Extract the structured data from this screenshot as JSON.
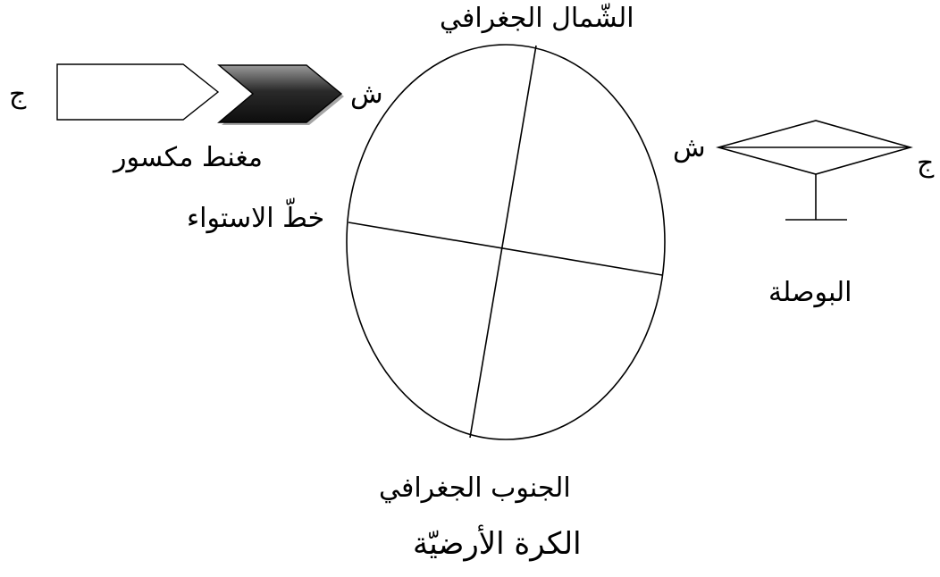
{
  "labels": {
    "geographic_north": "الشّمال الجغرافي",
    "geographic_south": "الجنوب الجغرافي",
    "equator": "خطّ الاستواء",
    "earth": "الكرة الأرضيّة",
    "broken_magnet": "مغنط مكسور",
    "compass": "البوصلة",
    "magnet_north": "ش",
    "magnet_south": "ج",
    "compass_north": "ش",
    "compass_south": "ج"
  },
  "colors": {
    "stroke": "#000000",
    "background": "#ffffff",
    "magnet_dark": "#1a1a1a",
    "magnet_highlight": "#8a8a8a"
  }
}
